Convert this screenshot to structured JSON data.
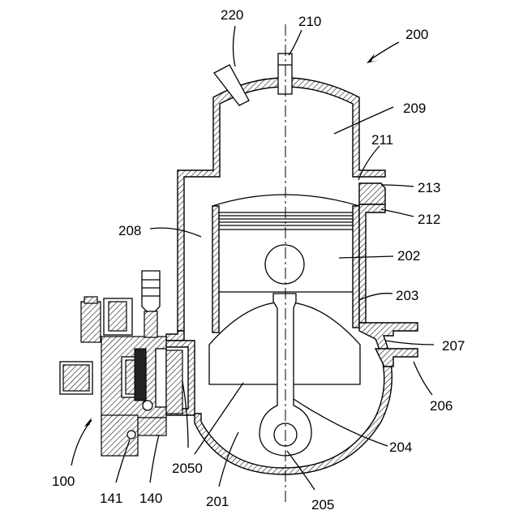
{
  "labels": {
    "l220": "220",
    "l210": "210",
    "l200": "200",
    "l209": "209",
    "l211": "211",
    "l213": "213",
    "l212": "212",
    "l208": "208",
    "l202": "202",
    "l203": "203",
    "l207": "207",
    "l206": "206",
    "l204": "204",
    "l205": "205",
    "l201": "201",
    "l2050": "2050",
    "l140": "140",
    "l141": "141",
    "l100": "100"
  }
}
